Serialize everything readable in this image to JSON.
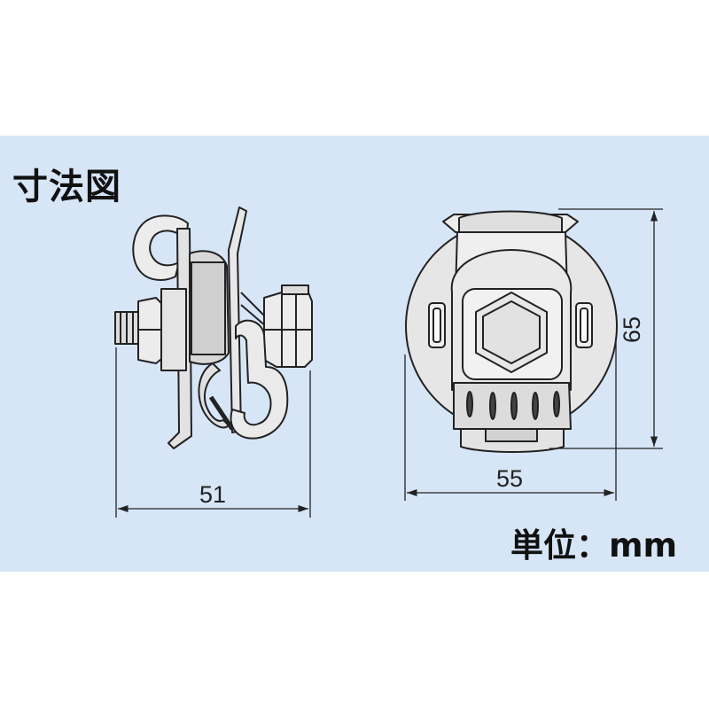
{
  "title": "寸法図",
  "units_label": "単位：mm",
  "dimensions": {
    "side_width": "51",
    "front_width": "55",
    "front_height": "65"
  }
}
